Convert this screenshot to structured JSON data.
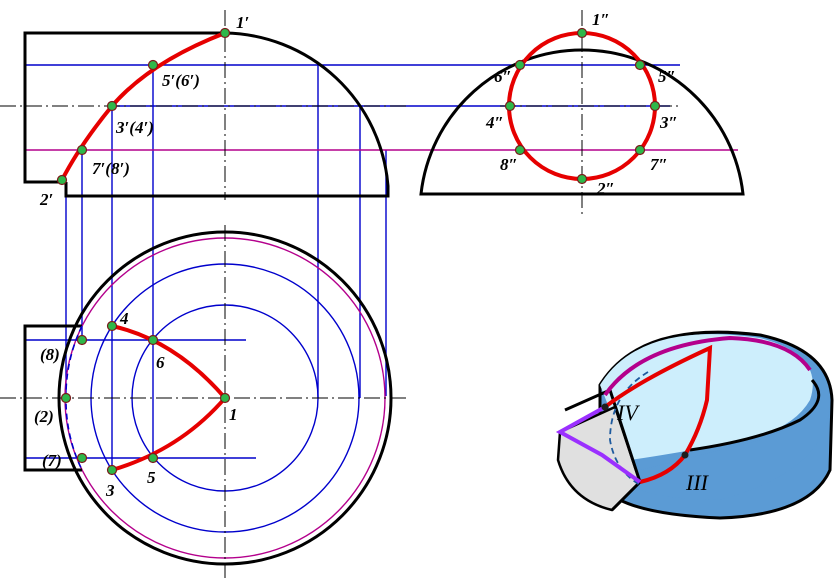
{
  "colors": {
    "outline": "#000000",
    "construction_blue": "#0000cc",
    "construction_magenta": "#b4008c",
    "curve_red": "#e60000",
    "point_fill": "#2db84a",
    "point_stroke": "#7a1a1a",
    "iso_light": "#cdeefc",
    "iso_dark": "#5b9bd5",
    "iso_grey": "#e0e0e0",
    "iso_violet": "#9b30ff",
    "iso_edge_magenta": "#b4008c"
  },
  "labels": {
    "front": {
      "p1": "1′",
      "p56": "5′(6′)",
      "p34": "3′(4′)",
      "p78": "7′(8′)",
      "p2": "2′"
    },
    "side": {
      "p1": "1″",
      "p6": "6″",
      "p5": "5″",
      "p4": "4″",
      "p3": "3″",
      "p8": "8″",
      "p7": "7″",
      "p2": "2″"
    },
    "top": {
      "p4": "4",
      "p8": "(8)",
      "p6": "6",
      "p2": "(2)",
      "p1": "1",
      "p7": "(7)",
      "p5": "5",
      "p3": "3"
    },
    "iso": {
      "p4": "IV",
      "p3": "III"
    }
  }
}
